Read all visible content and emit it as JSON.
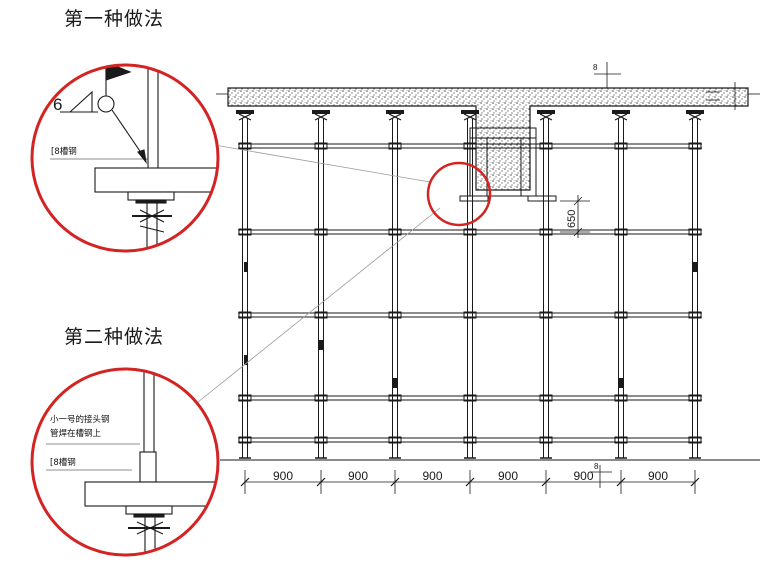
{
  "headings": {
    "method_1": "第一种做法",
    "method_2": "第二种做法"
  },
  "detail_1": {
    "weld_size": "6",
    "channel_label": "[8槽钢"
  },
  "detail_2": {
    "note_line_1": "小一号的接头钢",
    "note_line_2": "管焊在槽钢上",
    "channel_label": "[8槽钢"
  },
  "elevation": {
    "slab_callout": "8",
    "ground_callout": "8",
    "dim_650": "650",
    "bay_spacings": [
      "900",
      "900",
      "900",
      "900",
      "900",
      "900"
    ]
  },
  "colors": {
    "line": "#1a1a1a",
    "highlight": "#d42323",
    "concrete": "#d9d9d9"
  }
}
